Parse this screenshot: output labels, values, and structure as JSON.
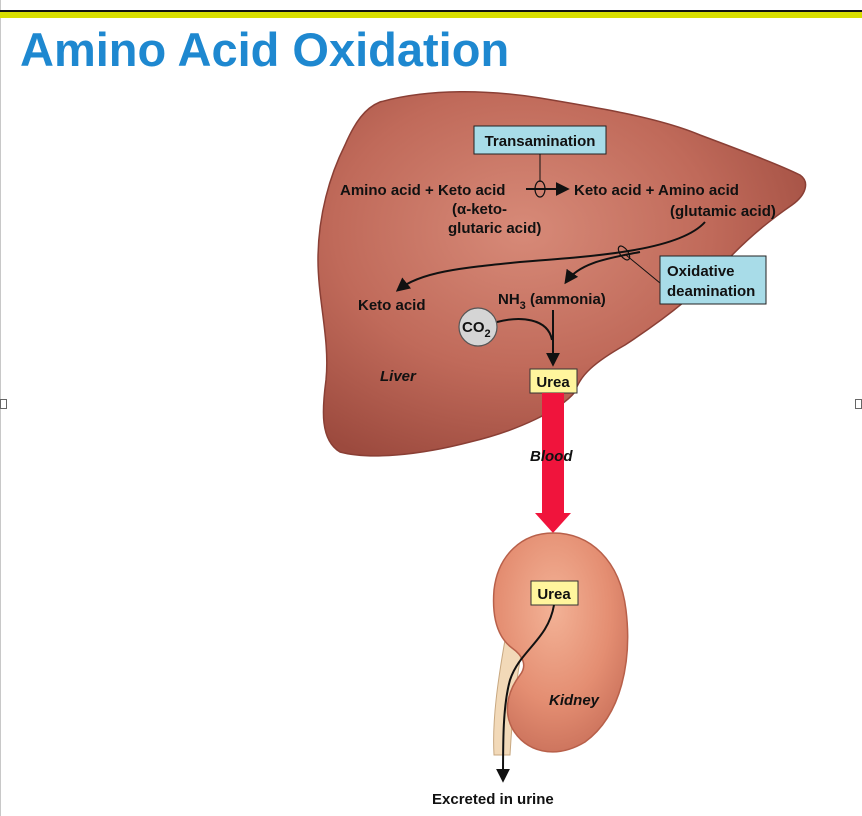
{
  "title": "Amino Acid Oxidation",
  "colors": {
    "title": "#1e88d0",
    "top_rule": "#d8dd00",
    "liver": "#b85a4c",
    "kidney": "#e08a70",
    "blood_arrow": "#f0143c",
    "process_box": "#a8dce8",
    "urea_box": "#fff59d"
  },
  "diagram": {
    "process_transamination": "Transamination",
    "process_oxidative": [
      "Oxidative",
      "deamination"
    ],
    "left_reactants": "Amino acid + Keto acid",
    "alpha_keto_note": [
      "(α-keto-",
      "glutaric acid)"
    ],
    "right_products": "Keto acid + Amino acid",
    "glutamic_note": "(glutamic acid)",
    "keto_acid_product": "Keto acid",
    "ammonia": {
      "main": "NH",
      "sub": "3",
      "rest": " (ammonia)"
    },
    "co2": {
      "main": "CO",
      "sub": "2"
    },
    "urea_liver": "Urea",
    "urea_kidney": "Urea",
    "liver_label": "Liver",
    "blood_label": "Blood",
    "kidney_label": "Kidney",
    "excreted": "Excreted in urine"
  }
}
